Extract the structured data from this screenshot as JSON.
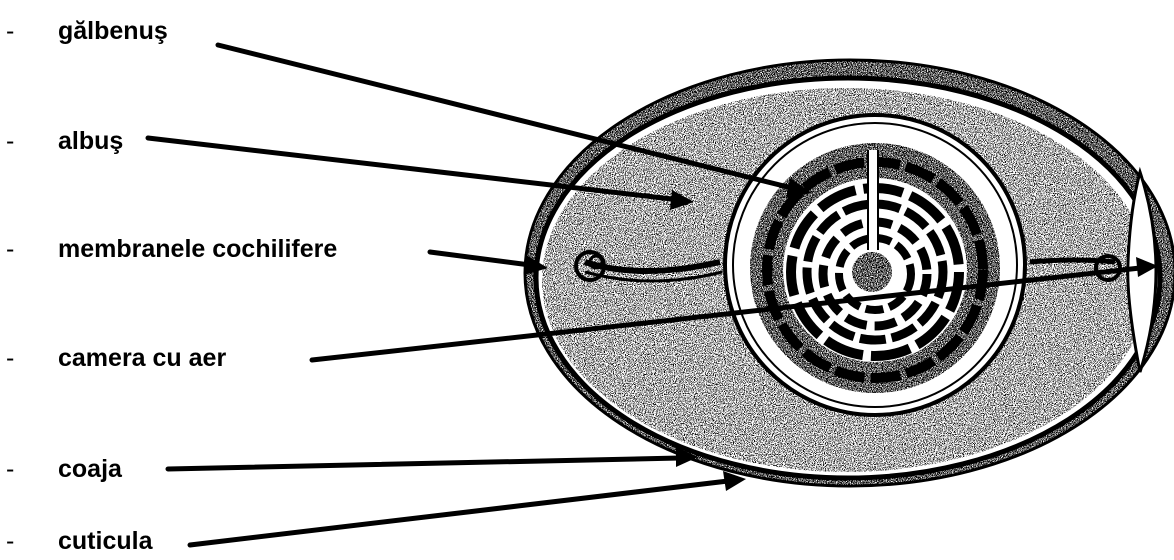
{
  "diagram": {
    "bullet": "-",
    "labels": [
      {
        "id": "galbenus",
        "text": "gălbenuş"
      },
      {
        "id": "albus",
        "text": "albuş"
      },
      {
        "id": "membranele",
        "text": "membranele cochilifere"
      },
      {
        "id": "camera",
        "text": "camera cu aer"
      },
      {
        "id": "coaja",
        "text": "coaja"
      },
      {
        "id": "cuticula",
        "text": "cuticula"
      }
    ]
  },
  "colors": {
    "ink": "#000000",
    "paper": "#ffffff"
  }
}
